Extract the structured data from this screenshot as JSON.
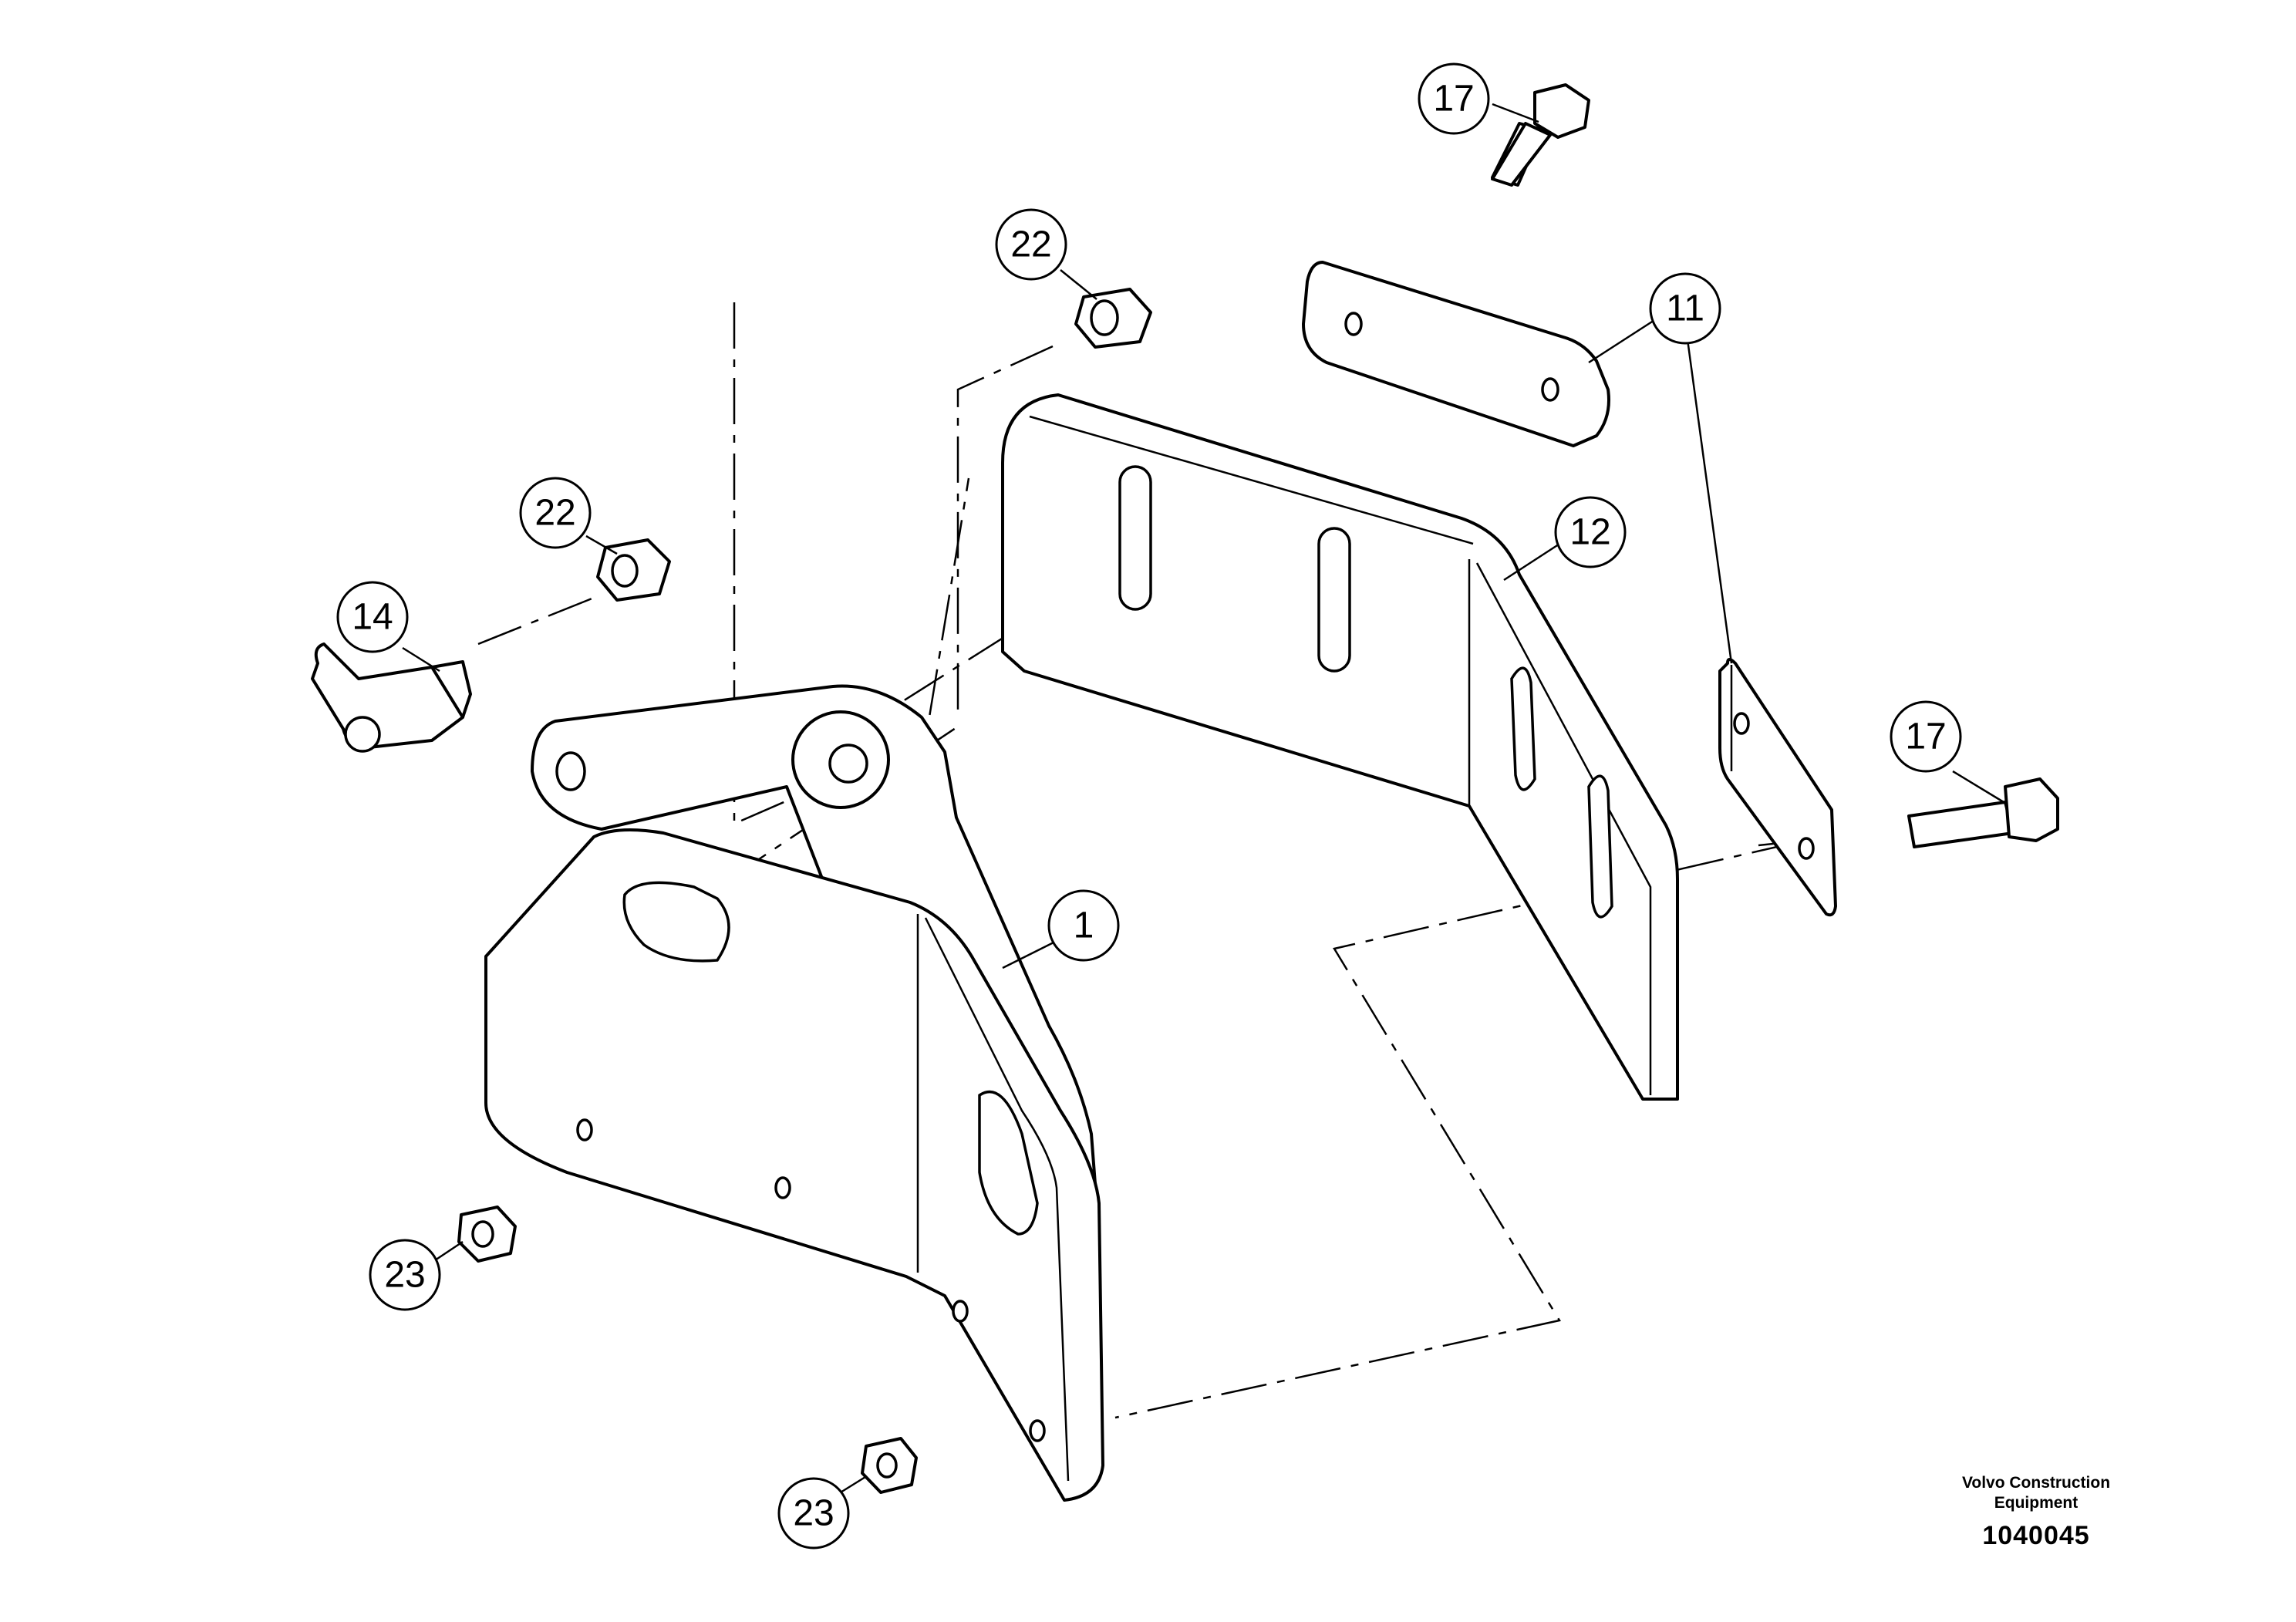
{
  "callouts": [
    {
      "id": "c17a",
      "label": "17"
    },
    {
      "id": "c22a",
      "label": "22"
    },
    {
      "id": "c11",
      "label": "11"
    },
    {
      "id": "c22b",
      "label": "22"
    },
    {
      "id": "c12",
      "label": "12"
    },
    {
      "id": "c14",
      "label": "14"
    },
    {
      "id": "c17b",
      "label": "17"
    },
    {
      "id": "c1",
      "label": "1"
    },
    {
      "id": "c23a",
      "label": "23"
    },
    {
      "id": "c23b",
      "label": "23"
    }
  ],
  "footer": {
    "brand": "Volvo Construction Equipment",
    "drawing_number": "1040045"
  },
  "colors": {
    "line": "#000000",
    "background": "#ffffff"
  }
}
